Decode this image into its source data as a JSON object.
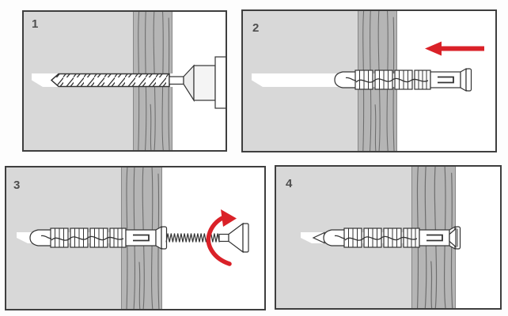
{
  "figure": {
    "steps": [
      {
        "label": "1"
      },
      {
        "label": "2"
      },
      {
        "label": "3"
      },
      {
        "label": "4"
      }
    ],
    "colors": {
      "wall": "#d8d8d8",
      "stud_band": "#b5b5b5",
      "grain_line": "#6d6d6d",
      "outline": "#333333",
      "frame": "#3e3e3e",
      "arrow_red": "#da2128",
      "step_label": "#4f4f4f",
      "hole_white": "#ffffff"
    },
    "icons": {
      "panel1": "drill-bit-icon",
      "panel2": "push-arrow-left-icon",
      "panel3": "rotate-clockwise-arrow-icon",
      "panel4": "flush-screw-anchor-icon"
    }
  }
}
